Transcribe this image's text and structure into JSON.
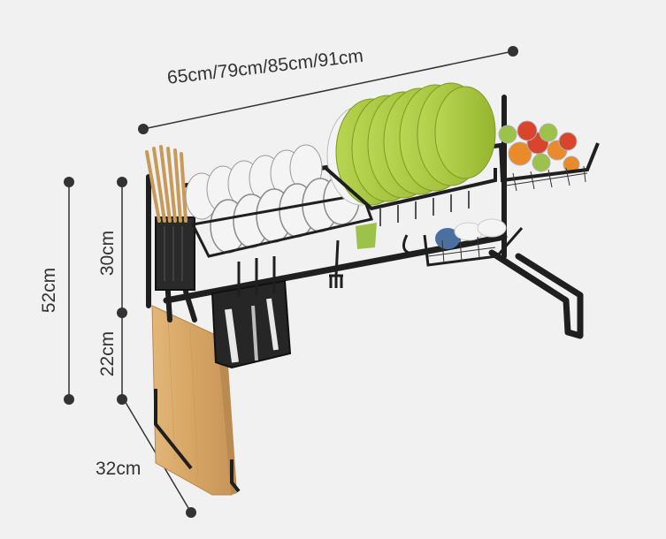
{
  "dimensions": {
    "width_label": "65cm/79cm/85cm/91cm",
    "height_total_label": "52cm",
    "height_upper_label": "30cm",
    "height_lower_label": "22cm",
    "depth_label": "32cm"
  },
  "colors": {
    "background": "#f1f1f1",
    "frame": "#1f1f1f",
    "plate_green": "#a6c93b",
    "plate_white": "#f4f4f4",
    "plate_grey": "#8a8a8a",
    "wood": "#d9ab6c",
    "fruit_red": "#d8452c",
    "fruit_orange": "#e98a2b",
    "fruit_green": "#9cc24a"
  }
}
